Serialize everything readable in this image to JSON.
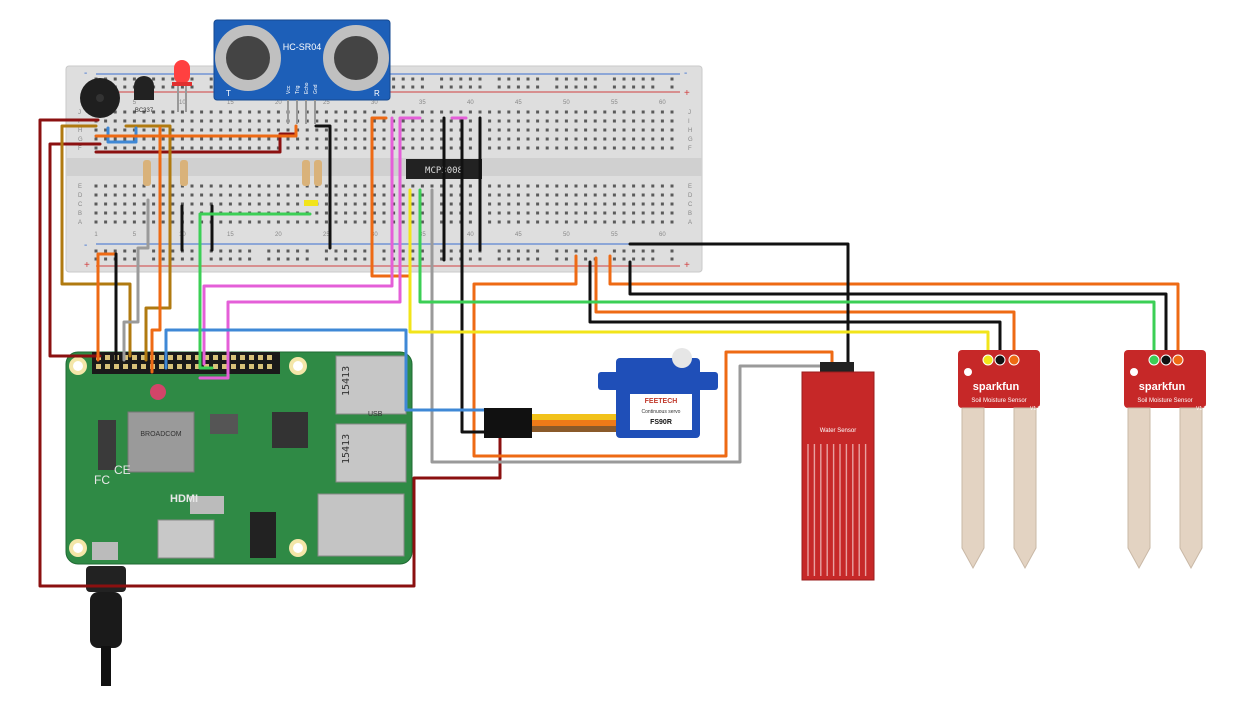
{
  "ultrasonic": {
    "model": "HC-SR04",
    "left_mark": "T",
    "right_mark": "R",
    "pins": [
      "Vcc",
      "Trig",
      "Echo",
      "Gnd"
    ]
  },
  "transistor": {
    "label": "BC337"
  },
  "adc_chip": {
    "label": "MCP3008"
  },
  "raspberry_pi": {
    "soc_brand": "BROADCOM",
    "hdmi_label": "HDMI",
    "usb_code_top": "15413",
    "usb_code_bottom": "15413",
    "usb_label": "USB",
    "ce_mark": "CE",
    "fc_mark": "FC"
  },
  "servo": {
    "brand": "FEETECH",
    "type": "Continuous servo",
    "model": "FS90R"
  },
  "water_sensor": {
    "label": "Water Sensor"
  },
  "soil_sensors": [
    {
      "brand": "sparkfun",
      "label": "Soil Moisture Sensor",
      "version": "V1.2"
    },
    {
      "brand": "sparkfun",
      "label": "Soil Moisture Sensor",
      "version": "V1.2"
    }
  ],
  "breadboard": {
    "column_numbers": [
      "1",
      "5",
      "10",
      "15",
      "20",
      "25",
      "30",
      "35",
      "40",
      "45",
      "50",
      "55",
      "60"
    ],
    "row_letters_top": [
      "J",
      "I",
      "H",
      "G",
      "F"
    ],
    "row_letters_bottom": [
      "E",
      "D",
      "C",
      "B",
      "A"
    ],
    "rail_plus": "+",
    "rail_minus": "-"
  },
  "colors": {
    "breadboard": "#dcdcdc",
    "pcb_green": "#2f8a45",
    "sensor_red": "#c62828",
    "servo_blue": "#1f4fb8",
    "wire_black": "#111111",
    "wire_orange": "#ee6a14",
    "wire_darkred": "#8b1010",
    "wire_brown": "#b07a10",
    "wire_blue": "#3f88d6",
    "wire_gray": "#9a9a9a",
    "wire_pink": "#e45fd8",
    "wire_green": "#3bcf55",
    "wire_yellow": "#f2e41a"
  }
}
